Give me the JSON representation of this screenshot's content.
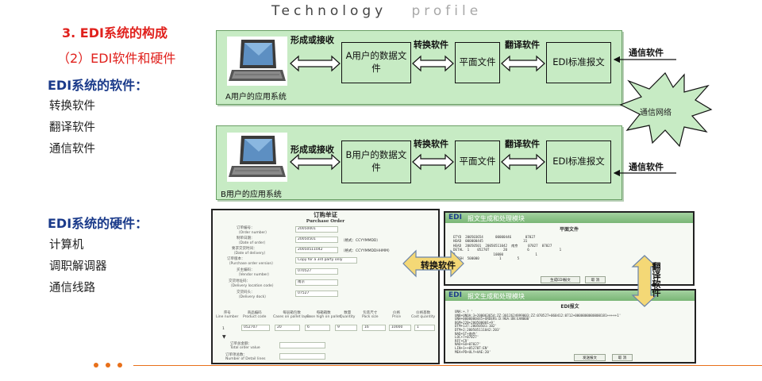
{
  "header": {
    "title_word1": "Technology",
    "title_word2": "profile"
  },
  "section": {
    "title": "3. EDI系统的构成",
    "subtitle": "（2）EDI软件和硬件"
  },
  "software": {
    "heading": "EDI系统的软件：",
    "items": [
      "转换软件",
      "翻译软件",
      "通信软件"
    ]
  },
  "hardware": {
    "heading": "EDI系统的硬件：",
    "items": [
      "计算机",
      "调职解调器",
      "通信线路"
    ]
  },
  "diagram": {
    "top": {
      "app_label": "A用户的应用系统",
      "data_file": "A用户的数据文件",
      "flat_file": "平面文件",
      "edi_msg": "EDI标准报文"
    },
    "bottom": {
      "app_label": "B用户的应用系统",
      "data_file": "B用户的数据文件",
      "flat_file": "平面文件",
      "edi_msg": "EDI标准报文"
    },
    "labels": {
      "form_recv": "形成或接收",
      "convert": "转换软件",
      "translate": "翻译软件",
      "comm": "通信软件"
    },
    "network": "通信网络"
  },
  "order_form": {
    "title_cn": "订购单证",
    "title_en": "Purchase Order",
    "fields": [
      {
        "label_cn": "订单编号：",
        "label_en": "（Order number）",
        "value": "20050001"
      },
      {
        "label_cn": "制单日期：",
        "label_en": "（Date of order）",
        "value": "20050501"
      },
      {
        "label_cn": "要求交货时间：",
        "label_en": "（Date of delivery）",
        "value": "20050511042"
      },
      {
        "label_cn": "订单版本：",
        "label_en": "（Purchase order version）",
        "value": "Copy for a 3rd party only"
      },
      {
        "label_cn": "买主编码：",
        "label_en": "（Vendor number）",
        "value": "070527"
      },
      {
        "label_cn": "交货地址码：",
        "label_en": "（Delivery location code）",
        "value": "南京"
      },
      {
        "label_cn": "交货码头：",
        "label_en": "（Delivery dock）",
        "value": "07527"
      }
    ],
    "format_notes": [
      "（格式：CCYYMMDD）",
      "（格式：CCYYMMDDHHMM）"
    ],
    "table_headers_cn": [
      "序号",
      "商品编码",
      "每层箱包数",
      "每箱箱数",
      "数量",
      "包装尺寸",
      "价格",
      "价格基数"
    ],
    "table_headers_en": [
      "Line number",
      "Product code",
      "Cases on pallet layer",
      "Case high on pallet",
      "Quantity",
      "Pack size",
      "Price",
      "Cost quantity"
    ],
    "row": [
      "1",
      "052707",
      "20",
      "6",
      "9",
      "16",
      "10000",
      "1"
    ],
    "totals": [
      {
        "label_cn": "订单总金额：",
        "label_en": "Total order value"
      },
      {
        "label_cn": "订单项总数：",
        "label_en": "Number of Detail lines"
      }
    ]
  },
  "window_flat": {
    "logo": "EDI",
    "title": "报文生成和处理模块",
    "subtitle": "平面文件",
    "lines": [
      "ETYD  200503654      00000446       07027",
      "HEAD  000000445                    31",
      "HEAD  20050501  20050511042  南京     07027  07027",
      "DETAL  1    05270T       20          6               1",
      "2                   10000                1",
      "SEPSH  500000          1        5"
    ],
    "buttons": [
      "生成EDI报文",
      "取 消"
    ]
  },
  "window_edi": {
    "logo": "EDI",
    "title": "报文生成和处理模块",
    "subtitle": "EDI报文",
    "lines": [
      "UNA:+.? '",
      "UNB+UNOA:3+200063654:ZZ:3012624999003:ZZ:070527+060412:0712+0000000000000181+++++1'",
      "UNH+0000000445+ORDERS:D:96A:UN:EAN008'",
      "BGM+220+200500001+9'",
      "DTM+137:20050501:102'",
      "DTM+2:200505111042:203'",
      "NAD+ST+南京'",
      "LOC+7+07027'",
      "RFF+CR'",
      "NAD+SU+07027'",
      "LIN+1++05270T:EN'",
      "MEA+PD+ULY+AAE:20'"
    ],
    "buttons": [
      "发送报文",
      "取 消"
    ]
  },
  "overlay_labels": {
    "convert": "转换软件",
    "translate": "翻译软件"
  },
  "colors": {
    "accent_red": "#e0201c",
    "heading_blue": "#1a3a8a",
    "panel_green": "#c7ebc4",
    "footer_orange": "#e8701a"
  }
}
